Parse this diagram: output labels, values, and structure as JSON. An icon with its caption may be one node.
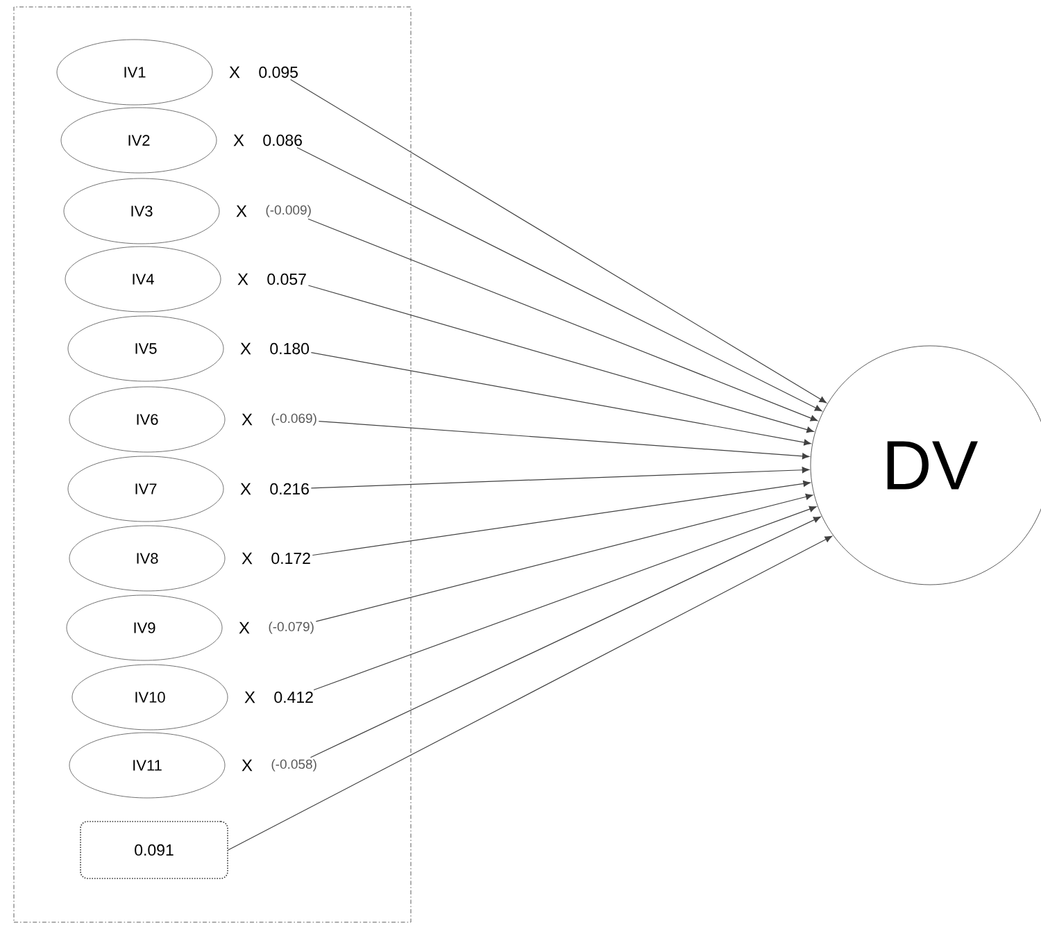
{
  "diagram": {
    "nodes": [
      {
        "text": [],
        "shape": "box"
      },
      {
        "text": [
          "IV1"
        ],
        "in": 0
      },
      {
        "text": [
          "0.095"
        ],
        "in": 0
      },
      {
        "text": [
          "IV2"
        ],
        "in": 0
      },
      {
        "text": [
          "0.086"
        ],
        "in": 0
      },
      {
        "text": [
          "IV3"
        ],
        "in": 0
      },
      {
        "text": [
          "(-0.009)"
        ],
        "in": 0
      },
      {
        "text": [
          "IV4"
        ],
        "in": 0
      },
      {
        "text": [
          "0.057"
        ],
        "in": 0
      },
      {
        "text": [
          "IV5"
        ],
        "in": 0
      },
      {
        "text": [
          "0.180"
        ],
        "in": 0
      },
      {
        "text": [
          "IV6"
        ],
        "in": 0
      },
      {
        "text": [
          "(-0.069)"
        ],
        "in": 0
      },
      {
        "text": [
          "IV7"
        ],
        "in": 0
      },
      {
        "text": [
          "0.216"
        ],
        "in": 0
      },
      {
        "text": [
          "IV8"
        ],
        "in": 0
      },
      {
        "text": [
          "0.172"
        ],
        "in": 0
      },
      {
        "text": [
          "IV9"
        ],
        "in": 0
      },
      {
        "text": [
          "(-0.079)"
        ],
        "in": 0
      },
      {
        "text": [
          "IV10"
        ],
        "in": 0
      },
      {
        "text": [
          "0.412"
        ],
        "in": 0
      },
      {
        "text": [
          "IV11"
        ],
        "in": 0
      },
      {
        "text": [
          "(-0.058)"
        ],
        "in": 0
      },
      {
        "text": [
          "0.091"
        ],
        "in": 0
      },
      {
        "text": [
          "DV"
        ]
      }
    ],
    "edges": [
      {
        "from": 2,
        "to": 24,
        "arrow": "to"
      },
      {
        "from": 4,
        "to": 24,
        "arrow": "to"
      },
      {
        "from": 6,
        "to": 24,
        "arrow": "to"
      },
      {
        "from": 8,
        "to": 24,
        "arrow": "to"
      },
      {
        "from": 10,
        "to": 24,
        "arrow": "to"
      },
      {
        "from": 12,
        "to": 24,
        "arrow": "to"
      },
      {
        "from": 14,
        "to": 24,
        "arrow": "to"
      },
      {
        "from": 16,
        "to": 24,
        "arrow": "to"
      },
      {
        "from": 18,
        "to": 24,
        "arrow": "to"
      },
      {
        "from": 20,
        "to": 24,
        "arrow": "to"
      },
      {
        "from": 22,
        "to": 24,
        "arrow": "to"
      },
      {
        "from": 23,
        "to": 24,
        "arrow": "to"
      }
    ],
    "labels": [
      "X",
      "X",
      "X",
      "X",
      "X",
      "X",
      "X",
      "X",
      "X",
      "X",
      "X"
    ]
  }
}
